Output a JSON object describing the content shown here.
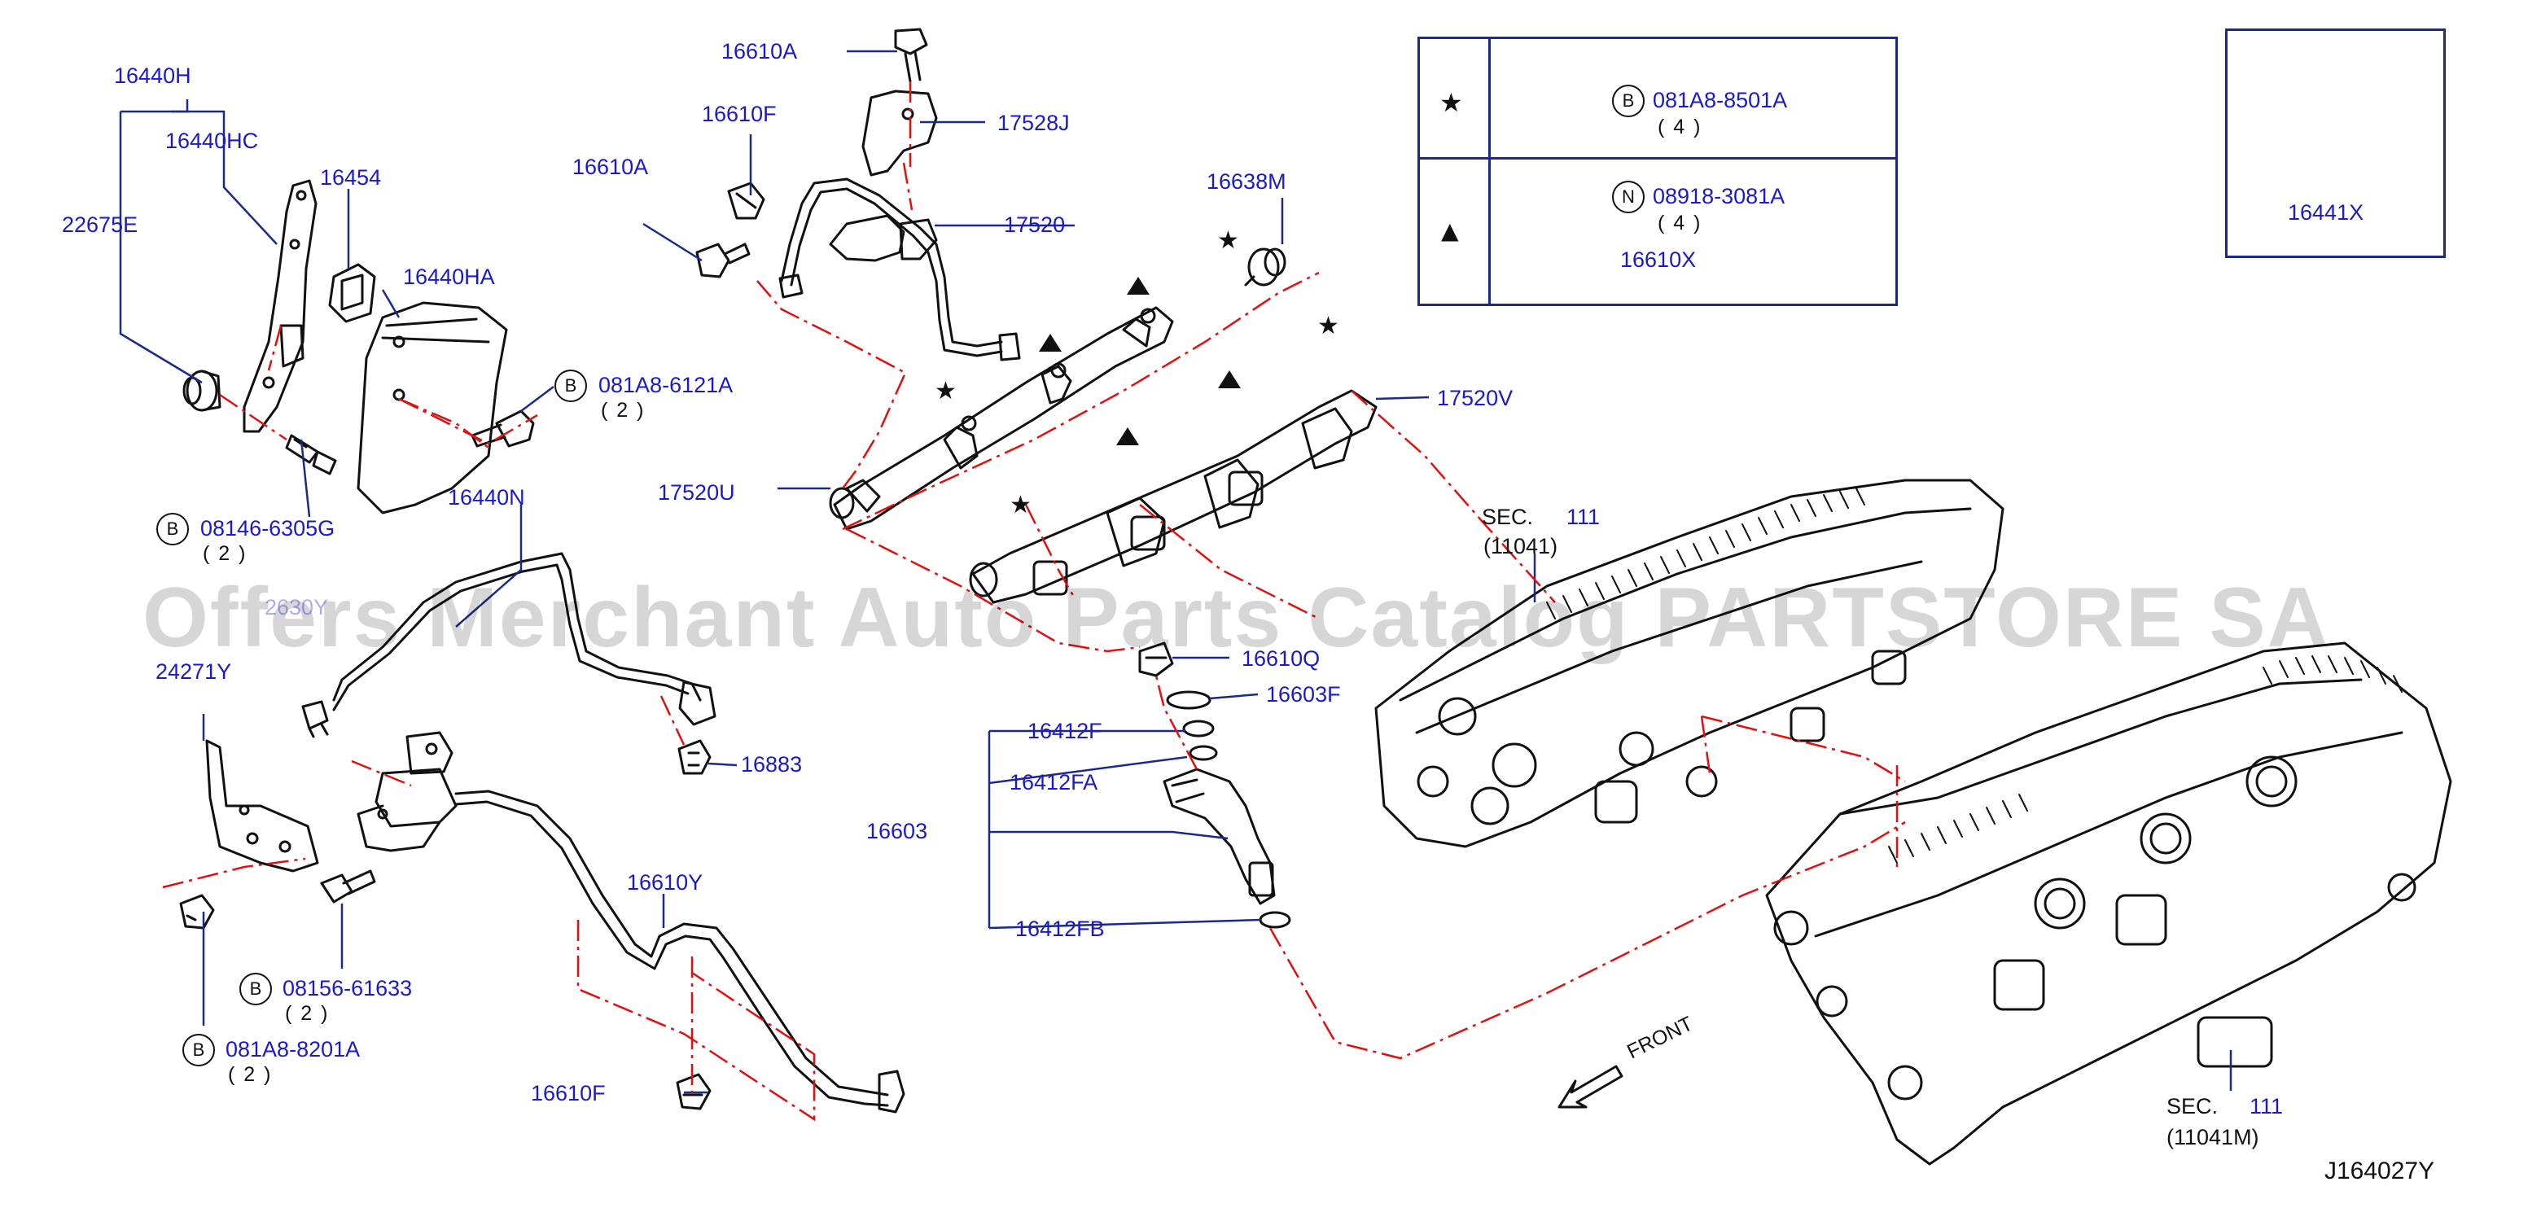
{
  "watermark": "Offers Merchant Auto Parts Catalog PARTSTORE SA",
  "diagram_id": "J164027Y",
  "front_label": "FRONT",
  "legend": {
    "star_row": {
      "symbol": "★",
      "circle": "B",
      "part": "081A8-8501A",
      "qty": "( 4 )"
    },
    "triangle_row": {
      "symbol": "▲",
      "circle": "N",
      "part": "08918-3081A",
      "qty": "( 4 )",
      "part2": "16610X"
    }
  },
  "inset_part": "16441X",
  "sec_upper": {
    "prefix": "SEC.",
    "num": "111",
    "sub": "(11041)"
  },
  "sec_lower": {
    "prefix": "SEC.",
    "num": "111",
    "sub": "(11041M)"
  },
  "parts": {
    "p16440H": "16440H",
    "p16440HC": "16440HC",
    "p16454": "16454",
    "p22675E": "22675E",
    "p16440HA": "16440HA",
    "p081A8_6121A": "081A8-6121A",
    "q081A8_6121A": "( 2 )",
    "p08146_6305G": "08146-6305G",
    "q08146_6305G": "( 2 )",
    "p16440N": "16440N",
    "p24271Y": "24271Y",
    "p08156_61633": "08156-61633",
    "q08156_61633": "( 2 )",
    "p081A8_8201A": "081A8-8201A",
    "q081A8_8201A": "( 2 )",
    "p16883": "16883",
    "p16610Y": "16610Y",
    "p16610F_low": "16610F",
    "p16610A_top": "16610A",
    "p16610F_top": "16610F",
    "p16610A_mid": "16610A",
    "p17528J": "17528J",
    "p17520": "17520",
    "p16638M": "16638M",
    "p17520V": "17520V",
    "p17520U": "17520U",
    "p16610Q": "16610Q",
    "p16603F": "16603F",
    "p16412F": "16412F",
    "p16412FA": "16412FA",
    "p16603": "16603",
    "p16412FB": "16412FB",
    "partial_hidden": "2630Y"
  }
}
